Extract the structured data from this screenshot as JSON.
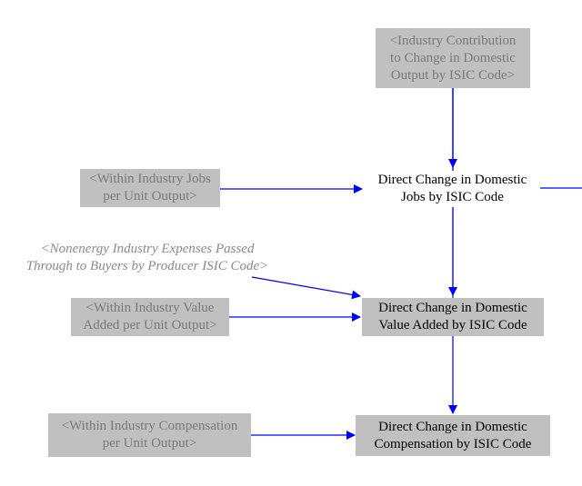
{
  "diagram": {
    "arrow_color": "#0000ff",
    "nodes": {
      "industry_contribution": "<Industry Contribution\nto Change in Domestic\nOutput by ISIC Code>",
      "within_jobs": "<Within Industry Jobs\nper Unit Output>",
      "direct_jobs": "Direct Change in Domestic\nJobs by ISIC Code",
      "nonenergy_expenses": "<Nonenergy Industry Expenses Passed\nThrough to Buyers by Producer ISIC Code>",
      "within_value_added": "<Within Industry Value\nAdded per Unit Output>",
      "direct_value_added": "Direct Change in Domestic\nValue Added by ISIC Code",
      "within_compensation": "<Within Industry Compensation\nper Unit Output>",
      "direct_compensation": "Direct Change in Domestic\nCompensation by ISIC Code"
    }
  }
}
